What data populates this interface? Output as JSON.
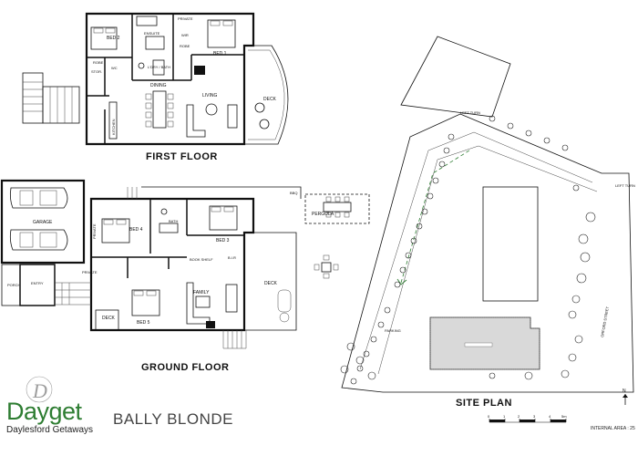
{
  "titles": {
    "first_floor": "FIRST FLOOR",
    "ground_floor": "GROUND FLOOR",
    "site_plan": "SITE PLAN"
  },
  "first_floor_rooms": {
    "bed2": "BED 2",
    "ensuite": "ENSUITE",
    "wir": "WIR",
    "private": "PRIVATE",
    "robe": "ROBE",
    "bed1": "BED 1",
    "ldry_bath": "L'DRY / BATH",
    "wc": "WC",
    "dining": "DINING",
    "living": "LIVING",
    "deck": "DECK",
    "kitchen": "KITCHEN",
    "robe2": "ROBE",
    "storage": "STOR."
  },
  "ground_floor_rooms": {
    "garage": "GARAGE",
    "private": "PRIVATE",
    "bed4": "BED 4",
    "bath": "BATH",
    "bed3": "BED 3",
    "book_shelf": "BOOK SHELF",
    "bir": "B.I.R",
    "entry": "ENTRY",
    "porch": "PORCH",
    "private2": "PRIVATE",
    "family": "FAMILY",
    "deck": "DECK",
    "deck2": "DECK",
    "bed5": "BED 5",
    "pergola": "PERGOLA",
    "bbq": "BBQ"
  },
  "site_labels": {
    "left_turn_1": "LEFT TURN",
    "left_turn_2": "LEFT TURN",
    "street": "ORFORD STREET",
    "parking": "PARKING",
    "north": "N"
  },
  "scale_bar": {
    "ticks": [
      "0",
      "1",
      "2",
      "3",
      "4",
      "5m"
    ]
  },
  "internal_area": "INTERNAL AREA : 25",
  "property_name": "BALLY BLONDE",
  "brand": {
    "name": "Dayget",
    "tagline": "Daylesford Getaways",
    "monogram": "D",
    "color": "#2e7d32"
  }
}
